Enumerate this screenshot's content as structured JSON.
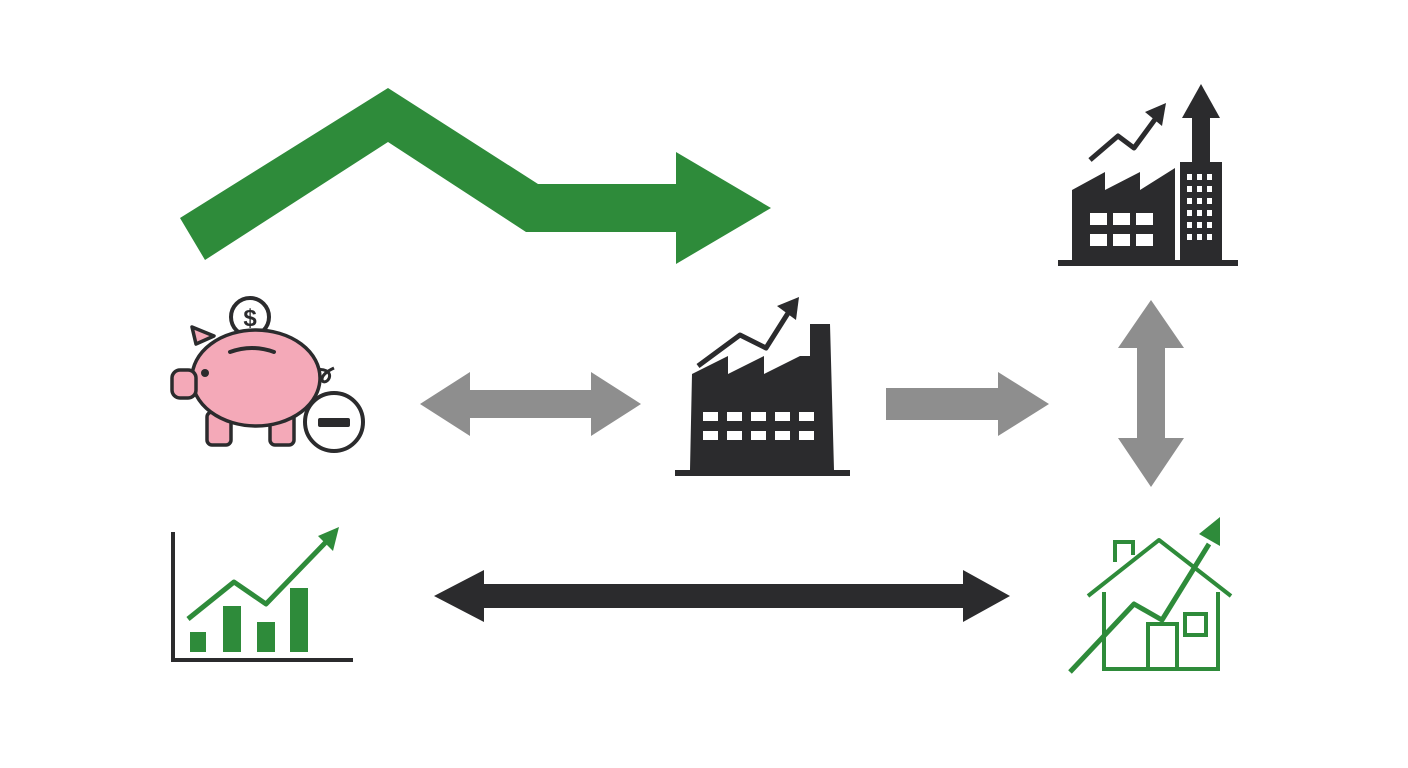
{
  "colors": {
    "background": "#ffffff",
    "green": "#2e8b3a",
    "dark": "#2b2b2d",
    "gray": "#8e8e8e",
    "pink": "#f4a9b8"
  },
  "icons": [
    "green-zigzag-arrow-icon",
    "piggy-bank-icon",
    "dollar-coin-icon",
    "minus-circle-icon",
    "factory-icon",
    "industry-skyscraper-growth-icon",
    "bar-chart-growth-icon",
    "house-price-growth-icon"
  ],
  "piggy_bank": {
    "coin_symbol": "$",
    "badge_symbol": "−"
  },
  "connectors": [
    {
      "name": "savings-factory-double-arrow",
      "style": "double",
      "color": "gray"
    },
    {
      "name": "factory-industry-arrow",
      "style": "single",
      "color": "gray"
    },
    {
      "name": "industry-house-double-arrow",
      "style": "double",
      "color": "gray"
    },
    {
      "name": "chart-house-double-arrow",
      "style": "double",
      "color": "dark"
    }
  ]
}
